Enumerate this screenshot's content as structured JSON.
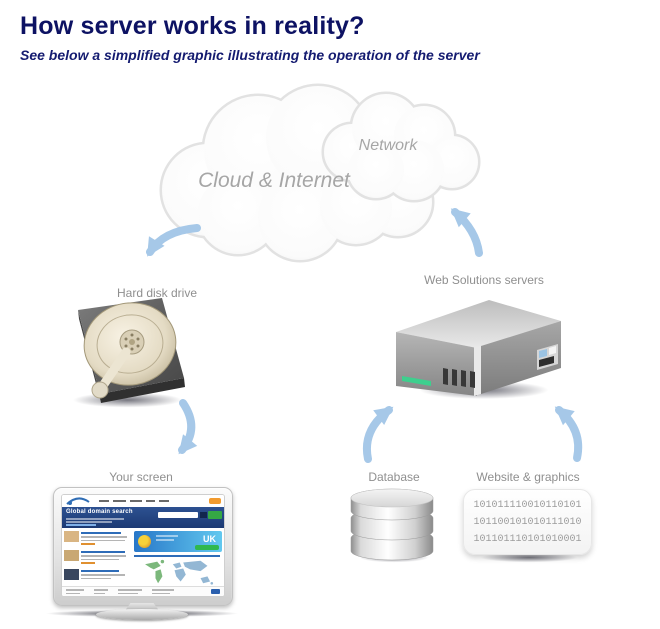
{
  "header": {
    "title": "How server works in reality?",
    "subtitle": "See below a simplified graphic illustrating the operation of the server"
  },
  "diagram": {
    "clouds": {
      "internet_label": "Cloud & Internet",
      "network_label": "Network"
    },
    "hdd": {
      "label": "Hard disk drive"
    },
    "server": {
      "label": "Web Solutions servers"
    },
    "screen": {
      "label": "Your screen",
      "site": {
        "banner_title": "Global domain search",
        "promo_region": "UK"
      }
    },
    "database": {
      "label": "Database"
    },
    "binary": {
      "label": "Website & graphics",
      "lines": [
        "101011110010110101",
        "101100101010111010",
        "101101110101010001"
      ]
    }
  },
  "colors": {
    "title_navy": "#0d1263",
    "label_gray": "#8f8f8f",
    "arrow_blue": "#a6c8e8",
    "cloud_text_gray": "#a6a6a6",
    "led_green": "#3ecf8e"
  }
}
